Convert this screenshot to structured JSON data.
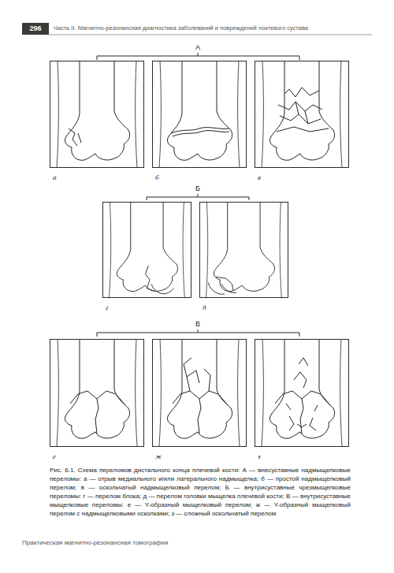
{
  "diagram": {
    "caption": "Рис. 6.1. Схема переломов дистального конца плечевой кости: А — внесуставные надмыщелковые переломы: а — отрыв медиального и/или латерального надмыщелка; б — простой надмыщелковый перелом; в — оскольчатый надмыщелковый перелом; Б — внутрисуставные чрезмыщелковые переломы: г — перелом блока; д — перелом головки мыщелка плечевой кости; В — внутрисуставные мыщелковые переломы: е — Y-образный мыщелковый перелом; ж — Y-образный мыщелковый перелом с надмыщелковыми осколками; з — сложный оскольчатый перелом",
    "nodes": [
      {
        "text": [
          "а"
        ]
      },
      {
        "text": [
          "б"
        ]
      },
      {
        "text": [
          "в"
        ]
      },
      {
        "text": [
          "г"
        ]
      },
      {
        "text": [
          "д"
        ]
      },
      {
        "text": [
          "е"
        ]
      },
      {
        "text": [
          "ж"
        ]
      },
      {
        "text": [
          "з"
        ]
      }
    ],
    "labels": [
      "296",
      "Часть II. Магнитно-резонансная диагностика заболеваний и повреждений локтевого сустава",
      "А",
      "Б",
      "В",
      "Практическая магнитно-резонансная томография"
    ]
  }
}
